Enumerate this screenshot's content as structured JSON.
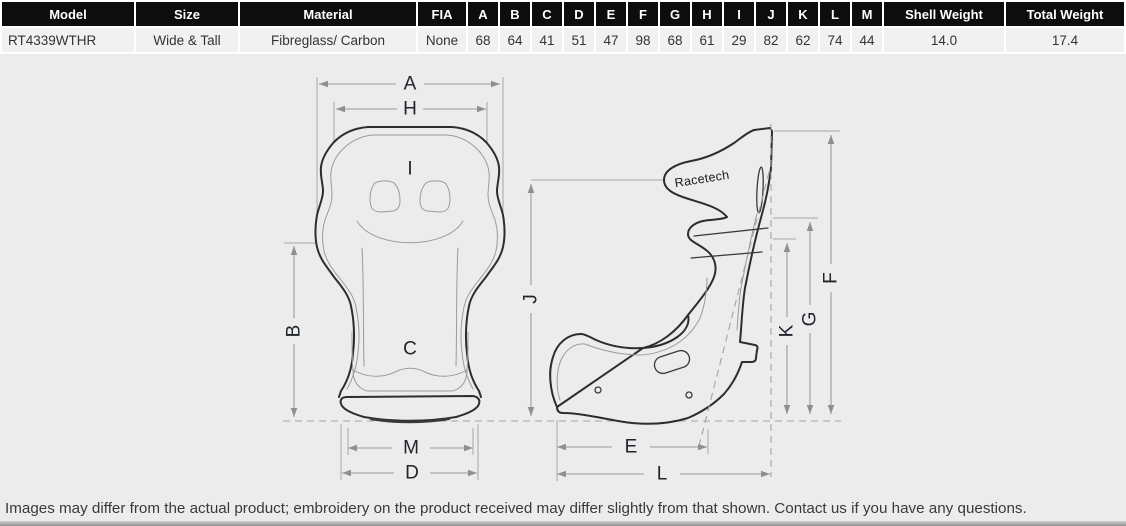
{
  "table": {
    "columns": [
      "Model",
      "Size",
      "Material",
      "FIA",
      "A",
      "B",
      "C",
      "D",
      "E",
      "F",
      "G",
      "H",
      "I",
      "J",
      "K",
      "L",
      "M",
      "Shell Weight",
      "Total Weight"
    ],
    "values": [
      "RT4339WTHR",
      "Wide & Tall",
      "Fibreglass/ Carbon",
      "None",
      "68",
      "64",
      "41",
      "51",
      "47",
      "98",
      "68",
      "61",
      "29",
      "82",
      "62",
      "74",
      "44",
      "14.0",
      "17.4"
    ]
  },
  "diagram": {
    "brand": "Racetech",
    "labels": {
      "a": "A",
      "b": "B",
      "c": "C",
      "d": "D",
      "e": "E",
      "f": "F",
      "g": "G",
      "h": "H",
      "i": "I",
      "j": "J",
      "k": "K",
      "l": "L",
      "m": "M"
    }
  },
  "footer": {
    "disclaimer": "Images may differ from the actual product; embroidery on the product received may differ slightly from that shown. Contact us if you have any questions."
  },
  "colors": {
    "header_bg": "#0d0d0d",
    "header_text": "#ffffff",
    "row_bg": "#f1f1f1",
    "page_bg": "#ececec",
    "dimension_gray": "#9a9a9a",
    "outline_dark": "#2d2d2d",
    "label_text": "#20242c"
  }
}
